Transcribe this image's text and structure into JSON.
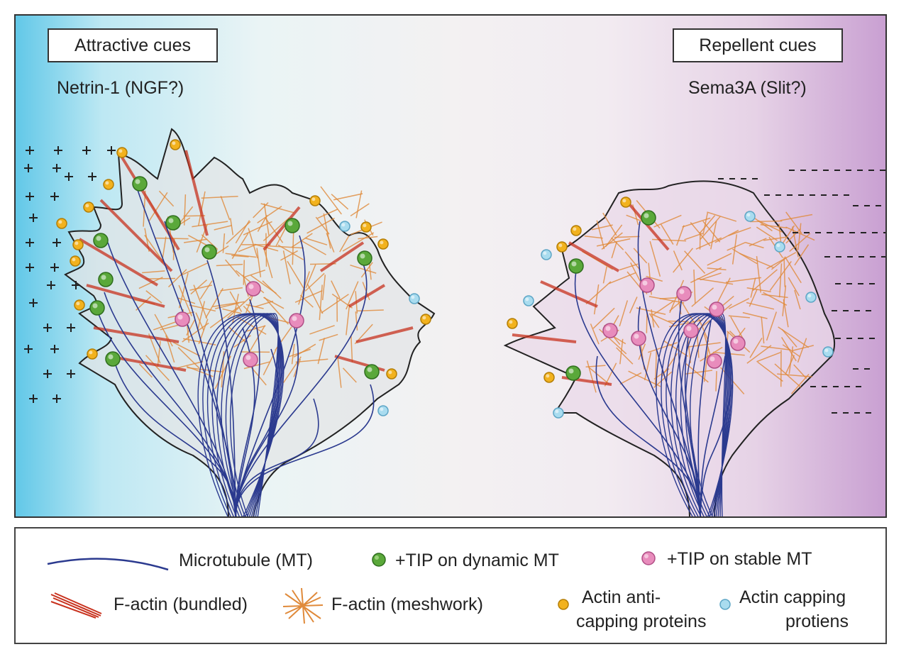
{
  "figure": {
    "attractive_label": "Attractive cues",
    "attractive_molecule": "Netrin-1 (NGF?)",
    "repellent_label": "Repellent cues",
    "repellent_molecule": "Sema3A (Slit?)"
  },
  "legend": {
    "microtubule": "Microtubule (MT)",
    "tip_dynamic": "+TIP on dynamic MT",
    "tip_stable": "+TIP on stable MT",
    "factin_bundled": "F-actin (bundled)",
    "factin_meshwork": "F-actin (meshwork)",
    "anti_capping_line1": "Actin anti-",
    "anti_capping_line2": "capping proteins",
    "capping_line1": "Actin capping",
    "capping_line2": "protiens"
  },
  "colors": {
    "microtubule": "#2b3a8f",
    "factin_bundled": "#c8321e",
    "factin_meshwork": "#e08a3a",
    "tip_dynamic": "#5aa83a",
    "tip_stable": "#e88cbc",
    "anti_capping": "#f2b21e",
    "capping": "#a9dcef",
    "attractive_gradient": "#62c8e8",
    "repellent_gradient": "#c9a0d2"
  }
}
